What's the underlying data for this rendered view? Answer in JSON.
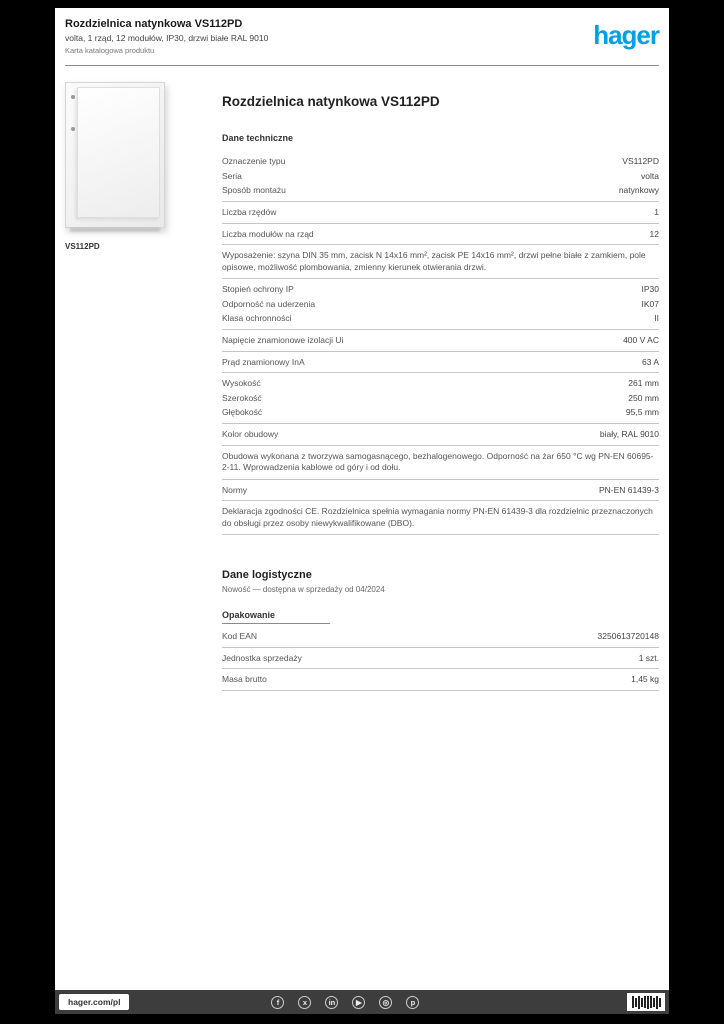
{
  "header": {
    "title": "Rozdzielnica natynkowa VS112PD",
    "subtitle": "volta, 1 rząd, 12 modułów, IP30, drzwi białe RAL 9010",
    "meta": "Karta katalogowa produktu",
    "logo": "hager"
  },
  "product_image": {
    "caption": "VS112PD"
  },
  "main": {
    "title": "Rozdzielnica natynkowa VS112PD",
    "section_heading": "Dane techniczne",
    "specs": [
      {
        "label": "Oznaczenie typu",
        "value": "VS112PD"
      },
      {
        "label": "Seria",
        "value": "volta"
      },
      {
        "label": "Sposób montażu",
        "value": "natynkowy"
      },
      {
        "label": "Liczba rzędów",
        "value": "1"
      },
      {
        "label": "Liczba modułów na rząd",
        "value": "12"
      },
      {
        "label": "Stopień ochrony IP",
        "value": "IP30"
      },
      {
        "label": "Odporność na uderzenia",
        "value": "IK07"
      },
      {
        "label": "Klasa ochronności",
        "value": "II"
      },
      {
        "label": "Napięcie znamionowe izolacji Ui",
        "value": "400 V AC"
      },
      {
        "label": "Prąd znamionowy InA",
        "value": "63 A"
      },
      {
        "label": "Wysokość",
        "value": "261 mm"
      },
      {
        "label": "Szerokość",
        "value": "250 mm"
      },
      {
        "label": "Głębokość",
        "value": "95,5 mm"
      },
      {
        "label": "Kolor obudowy",
        "value": "biały, RAL 9010"
      },
      {
        "label": "Normy",
        "value": "PN-EN 61439-3"
      }
    ],
    "descriptions": [
      "Wyposażenie: szyna DIN 35 mm, zacisk N 14x16 mm², zacisk PE 14x16 mm², drzwi pełne białe z zamkiem, pole opisowe, możliwość plombowania, zmienny kierunek otwierania drzwi.",
      "Obudowa wykonana z tworzywa samogasnącego, bezhalogenowego. Odporność na żar 650 °C wg PN-EN 60695-2-11. Wprowadzenia kablowe od góry i od dołu.",
      "Deklaracja zgodności CE. Rozdzielnica spełnia wymagania normy PN-EN 61439-3 dla rozdzielnic przeznaczonych do obsługi przez osoby niewykwalifikowane (DBO)."
    ]
  },
  "logistics": {
    "heading": "Dane logistyczne",
    "note": "Nowość — dostępna w sprzedaży od 04/2024",
    "subheading": "Opakowanie",
    "rows": [
      {
        "label": "Kod EAN",
        "value": "3250613720148"
      },
      {
        "label": "Jednostka sprzedaży",
        "value": "1 szt."
      },
      {
        "label": "Masa brutto",
        "value": "1,45 kg"
      }
    ]
  },
  "footer": {
    "site": "hager.com/pl",
    "socials": [
      {
        "name": "facebook",
        "glyph": "f"
      },
      {
        "name": "twitter",
        "glyph": "x"
      },
      {
        "name": "linkedin",
        "glyph": "in"
      },
      {
        "name": "youtube",
        "glyph": "▶"
      },
      {
        "name": "instagram",
        "glyph": "◎"
      },
      {
        "name": "pinterest",
        "glyph": "p"
      }
    ]
  }
}
